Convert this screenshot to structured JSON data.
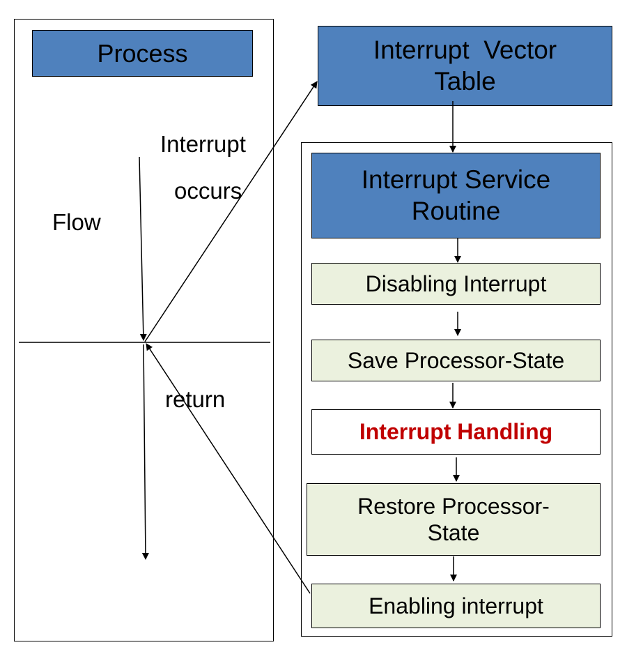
{
  "process_panel": {
    "title": "Process",
    "flow_label": "Flow",
    "interrupt_label_line1": "Interrupt",
    "interrupt_label_line2": "occurs",
    "return_label": "return"
  },
  "vector_table": {
    "label_line1": "Interrupt  Vector",
    "label_line2": "Table"
  },
  "isr": {
    "title_line1": "Interrupt Service",
    "title_line2": "Routine",
    "steps": [
      "Disabling Interrupt",
      "Save Processor-State",
      "Interrupt Handling",
      "Restore Processor-",
      "State",
      "Enabling interrupt"
    ]
  },
  "colors": {
    "header_blue": "#4f81bd",
    "step_green": "#ebf1de",
    "highlight_red": "#c00000"
  }
}
